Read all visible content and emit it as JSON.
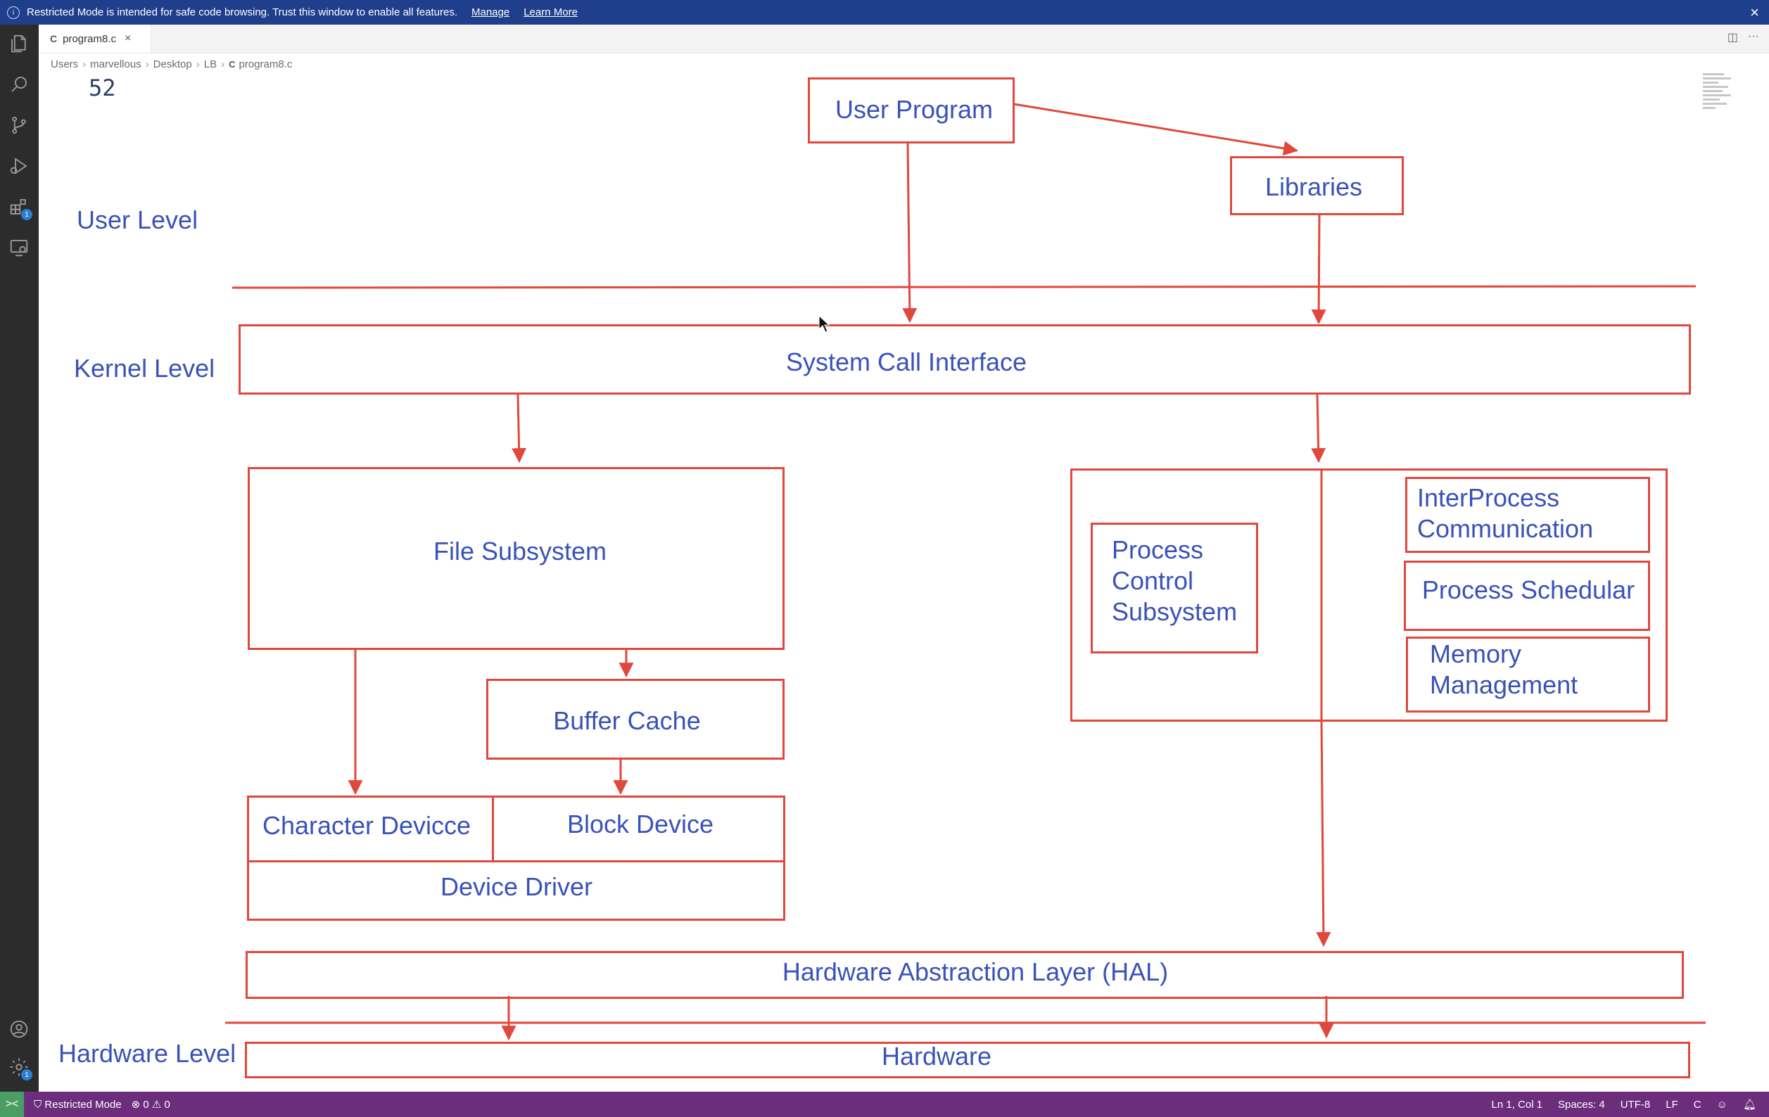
{
  "banner": {
    "message": "Restricted Mode is intended for safe code browsing. Trust this window to enable all features.",
    "manage_link": "Manage",
    "learn_more_link": "Learn More",
    "close": "×",
    "info": "i"
  },
  "activity_bar": {
    "extensions_badge": "1",
    "settings_badge": "1"
  },
  "tab": {
    "lang_glyph": "C",
    "filename": "program8.c",
    "close": "×"
  },
  "tab_actions": {
    "split": "◫",
    "more": "···"
  },
  "breadcrumb": [
    "Users",
    "marvellous",
    "Desktop",
    "LB",
    "program8.c"
  ],
  "breadcrumb_sep": "›",
  "breadcrumb_lang": "C",
  "editor": {
    "line_number": "52"
  },
  "diagram": {
    "levels": {
      "user": "User Level",
      "kernel": "Kernel Level",
      "hardware": "Hardware Level"
    },
    "boxes": {
      "user_program": "User Program",
      "libraries": "Libraries",
      "system_call_interface": "System Call Interface",
      "file_subsystem": "File Subsystem",
      "buffer_cache": "Buffer Cache",
      "character_device": "Character Devicce",
      "block_device": "Block Device",
      "device_driver": "Device Driver",
      "process_control_l1": "Process",
      "process_control_l2": "Control",
      "process_control_l3": "Subsystem",
      "ipc_l1": "InterProcess",
      "ipc_l2": "Communication",
      "process_scheduler": "Process Schedular",
      "memory_l1": "Memory",
      "memory_l2": "Management",
      "hal": "Hardware Abstraction Layer (HAL)",
      "hardware": "Hardware"
    },
    "colors": {
      "line": "#e0483d",
      "text": "#3a52b8"
    }
  },
  "status_bar": {
    "remote_icon": "><",
    "restricted_mode": "Restricted Mode",
    "errors": "⊗ 0",
    "warnings": "⚠ 0",
    "position": "Ln 1, Col 1",
    "spaces": "Spaces: 4",
    "encoding": "UTF-8",
    "eol": "LF",
    "language": "C",
    "feedback_icon": "feedback-icon",
    "bell_icon": "bell-icon"
  }
}
